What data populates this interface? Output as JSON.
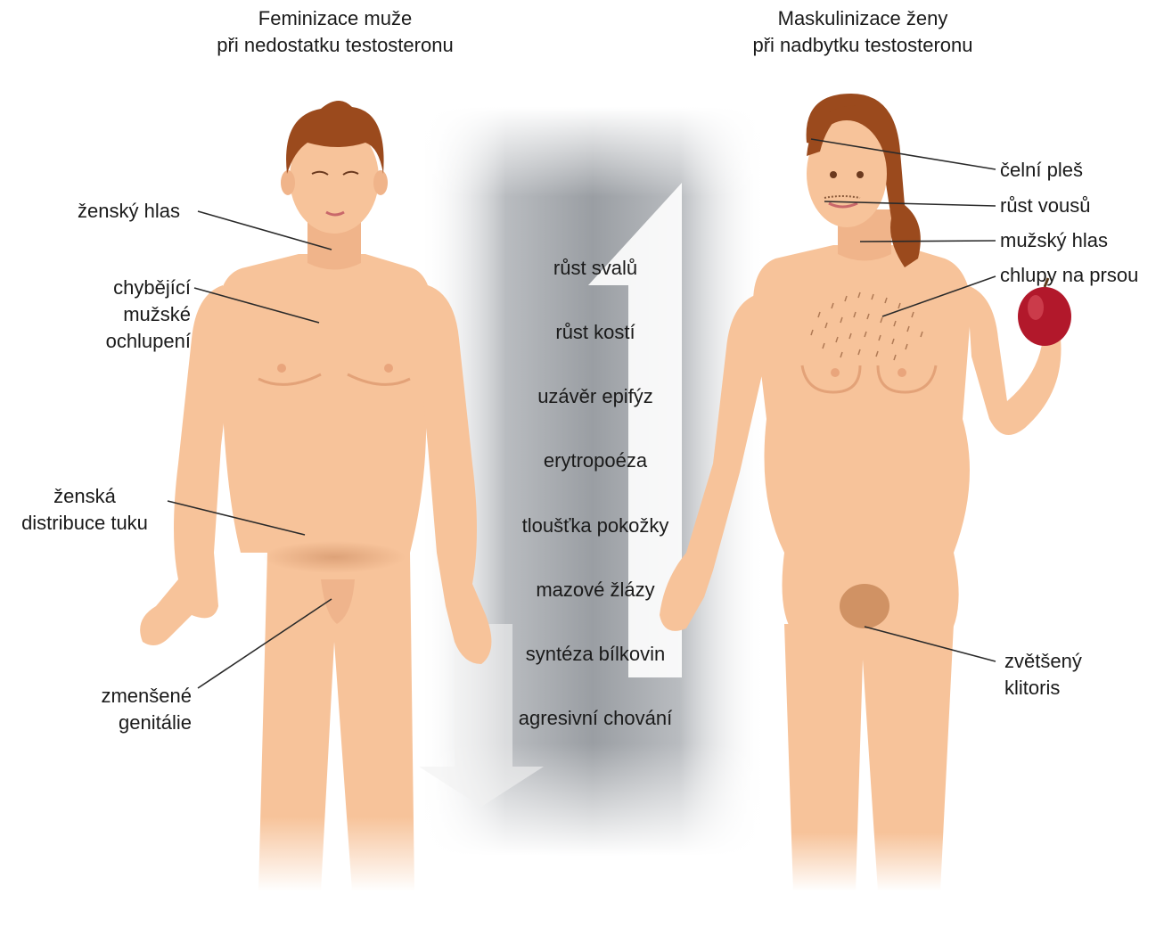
{
  "titles": {
    "left_line1": "Feminizace muže",
    "left_line2": "při nedostatku testosteronu",
    "right_line1": "Maskulinizace ženy",
    "right_line2": "při nadbytku testosteronu"
  },
  "effects": [
    "růst svalů",
    "růst kostí",
    "uzávěr epifýz",
    "erytropoéza",
    "tloušťka pokožky",
    "mazové žlázy",
    "syntéza bílkovin",
    "agresivní chování"
  ],
  "male_labels": {
    "voice": "ženský hlas",
    "hair_line1": "chybějící",
    "hair_line2": "mužské",
    "hair_line3": "ochlupení",
    "fat_line1": "ženská",
    "fat_line2": "distribuce tuku",
    "genitals_line1": "zmenšené",
    "genitals_line2": "genitálie"
  },
  "female_labels": {
    "baldness": "čelní pleš",
    "beard": "růst vousů",
    "voice": "mužský hlas",
    "chest_hair": "chlupy na prsou",
    "clitoris_line1": "zvětšený",
    "clitoris_line2": "klitoris"
  },
  "colors": {
    "skin": "#f7c39a",
    "skin_shadow": "#e9a57c",
    "hair": "#9b4a1d",
    "leader_line": "#2a2a2a",
    "band_dark": "#8e9297",
    "arrow": "#ffffff",
    "apple": "#b2182b"
  }
}
